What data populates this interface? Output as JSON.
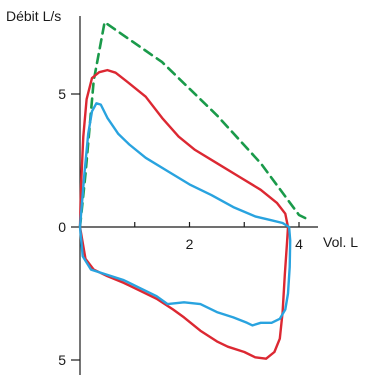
{
  "chart_data": {
    "type": "line",
    "xlabel": "Vol. L",
    "ylabel": "Débit L/s",
    "xlim": [
      0,
      4.3
    ],
    "ylim": [
      -5.6,
      8
    ],
    "x_ticks": [
      {
        "value": 1,
        "label": ""
      },
      {
        "value": 2,
        "label": "2"
      },
      {
        "value": 3,
        "label": ""
      },
      {
        "value": 4,
        "label": "4"
      }
    ],
    "y_ticks": [
      {
        "value": 5,
        "label": "5"
      },
      {
        "value": 0,
        "label": "0"
      },
      {
        "value": -5,
        "label": "5"
      }
    ],
    "grid": false,
    "legend": "none",
    "series": [
      {
        "color": "#1a9a4a",
        "dash": true,
        "points": [
          [
            0.0,
            0.0
          ],
          [
            0.1,
            2.0
          ],
          [
            0.25,
            5.5
          ],
          [
            0.45,
            7.7
          ],
          [
            1.5,
            6.2
          ],
          [
            2.5,
            4.2
          ],
          [
            3.3,
            2.4
          ],
          [
            4.0,
            0.45
          ],
          [
            4.15,
            0.3
          ]
        ]
      },
      {
        "color": "#dc2832",
        "dash": false,
        "points": [
          [
            0.0,
            0.0
          ],
          [
            0.02,
            1.6
          ],
          [
            0.06,
            3.4
          ],
          [
            0.12,
            4.8
          ],
          [
            0.22,
            5.6
          ],
          [
            0.35,
            5.82
          ],
          [
            0.5,
            5.9
          ],
          [
            0.65,
            5.8
          ],
          [
            0.9,
            5.4
          ],
          [
            1.2,
            4.9
          ],
          [
            1.5,
            4.1
          ],
          [
            1.8,
            3.4
          ],
          [
            2.1,
            2.9
          ],
          [
            2.5,
            2.4
          ],
          [
            2.9,
            1.9
          ],
          [
            3.3,
            1.4
          ],
          [
            3.6,
            0.9
          ],
          [
            3.75,
            0.5
          ],
          [
            3.8,
            0.0
          ],
          [
            3.78,
            -0.6
          ],
          [
            3.74,
            -1.8
          ],
          [
            3.7,
            -3.2
          ],
          [
            3.65,
            -4.2
          ],
          [
            3.55,
            -4.7
          ],
          [
            3.4,
            -4.95
          ],
          [
            3.2,
            -4.9
          ],
          [
            3.0,
            -4.7
          ],
          [
            2.7,
            -4.5
          ],
          [
            2.5,
            -4.3
          ],
          [
            2.2,
            -3.9
          ],
          [
            1.9,
            -3.4
          ],
          [
            1.7,
            -3.1
          ],
          [
            1.4,
            -2.7
          ],
          [
            1.1,
            -2.4
          ],
          [
            0.8,
            -2.1
          ],
          [
            0.5,
            -1.85
          ],
          [
            0.25,
            -1.6
          ],
          [
            0.1,
            -1.2
          ],
          [
            0.0,
            0.0
          ]
        ]
      },
      {
        "color": "#29a3df",
        "dash": false,
        "points": [
          [
            0.0,
            0.0
          ],
          [
            0.08,
            2.0
          ],
          [
            0.15,
            3.5
          ],
          [
            0.22,
            4.35
          ],
          [
            0.3,
            4.65
          ],
          [
            0.38,
            4.6
          ],
          [
            0.5,
            4.1
          ],
          [
            0.7,
            3.5
          ],
          [
            0.9,
            3.1
          ],
          [
            1.2,
            2.6
          ],
          [
            1.6,
            2.1
          ],
          [
            2.0,
            1.6
          ],
          [
            2.4,
            1.2
          ],
          [
            2.8,
            0.75
          ],
          [
            3.2,
            0.4
          ],
          [
            3.5,
            0.25
          ],
          [
            3.7,
            0.15
          ],
          [
            3.82,
            0.0
          ],
          [
            3.84,
            -0.5
          ],
          [
            3.83,
            -1.5
          ],
          [
            3.8,
            -2.5
          ],
          [
            3.75,
            -3.1
          ],
          [
            3.65,
            -3.45
          ],
          [
            3.5,
            -3.6
          ],
          [
            3.3,
            -3.6
          ],
          [
            3.15,
            -3.7
          ],
          [
            3.05,
            -3.6
          ],
          [
            2.8,
            -3.4
          ],
          [
            2.5,
            -3.2
          ],
          [
            2.2,
            -2.9
          ],
          [
            1.9,
            -2.83
          ],
          [
            1.6,
            -2.9
          ],
          [
            1.4,
            -2.6
          ],
          [
            1.1,
            -2.3
          ],
          [
            0.8,
            -2.0
          ],
          [
            0.5,
            -1.8
          ],
          [
            0.2,
            -1.6
          ],
          [
            0.05,
            -1.1
          ],
          [
            0.0,
            0.0
          ]
        ]
      }
    ]
  }
}
